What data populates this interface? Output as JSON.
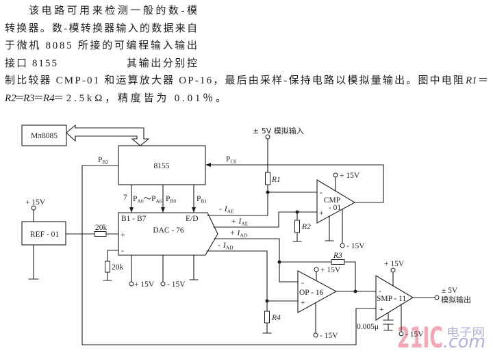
{
  "colors": {
    "ink": "#1c1c1c",
    "paper": "#ffffff",
    "watermark_pink": "#f3a9b5",
    "watermark_blue": "#aeb0dd"
  },
  "paragraph": {
    "line1": "该电路可用来检测一般的数-模",
    "line2": "转换器。数-模转换器输入的数据来自",
    "line3": "于微机 8085 所接的可编程输入输出",
    "line4_left": "接口 8155",
    "line4_right": "其输出分别控",
    "line5_main": "制比较器 CMP-01 和运算放大器 OP-16，最后由采样-保持电路以模拟量输出。图中电阻",
    "line5_r1": "R1",
    "line5_eq": "＝",
    "line6_r2": "R2",
    "line6_eq1": "＝",
    "line6_r3": "R3",
    "line6_eq2": "＝",
    "line6_r4": "R4",
    "line6_rest": "＝2.5kΩ，精度皆为 0.01％。"
  },
  "diagram": {
    "microprocessor": "Mπ8085",
    "io_chip": "8155",
    "ports": {
      "pb2": {
        "letter": "P",
        "sub": "B2"
      },
      "pc0": {
        "letter": "P",
        "sub": "C0"
      },
      "pa_range": {
        "letter1": "P",
        "sub1": "A0",
        "sep": "～",
        "letter2": "P",
        "sub2": "A6"
      },
      "pa_bits": "7",
      "pb0": {
        "letter": "P",
        "sub": "B0"
      },
      "pb1": {
        "letter": "P",
        "sub": "B1"
      }
    },
    "dac": {
      "name": "DAC - 76",
      "data_pins": "B1 - B7",
      "mode_pin": "E/D",
      "plus_input": "+",
      "minus_input": "-",
      "supply_pos": "+ 15V",
      "supply_neg": "- 15V"
    },
    "reference": {
      "name": "REF - 01",
      "supply": "+ 15V"
    },
    "resistors": {
      "input_20k": "20k",
      "ground_20k": "20k",
      "r1": "R1",
      "r2": "R2",
      "r3": "R3",
      "r4": "R4"
    },
    "currents": {
      "neg_iae": {
        "sign": "-",
        "symbol": "I",
        "sub": "AE"
      },
      "pos_iae": {
        "sign": "+",
        "symbol": "I",
        "sub": "AE"
      },
      "pos_iad": {
        "sign": "+",
        "symbol": "I",
        "sub": "AD"
      },
      "neg_iad": {
        "sign": "-",
        "symbol": "I",
        "sub": "AD"
      }
    },
    "analog_input": "± 5V 模拟输入",
    "comparator": {
      "name": "CMP",
      "suffix": "- 01",
      "minus_input": "-",
      "plus_input": "+",
      "supply_pos": "+ 15V",
      "supply_neg": "- 15V"
    },
    "opamp": {
      "name": "OP - 16",
      "minus_input": "-",
      "plus_input": "+",
      "supply_pos": "+ 15V",
      "supply_neg": "- 15V"
    },
    "sample_hold": {
      "name": "SMP - 11",
      "minus_input": "-",
      "plus_input": "+",
      "supply_pos": "+ 15V",
      "supply_neg": "- 15V",
      "hold_cap": "0.005μ"
    },
    "analog_output": {
      "range": "± 5V",
      "label": "模拟输出"
    }
  },
  "watermark": {
    "brand": "21IC",
    "cn": "电子网",
    "domain": ".com"
  }
}
